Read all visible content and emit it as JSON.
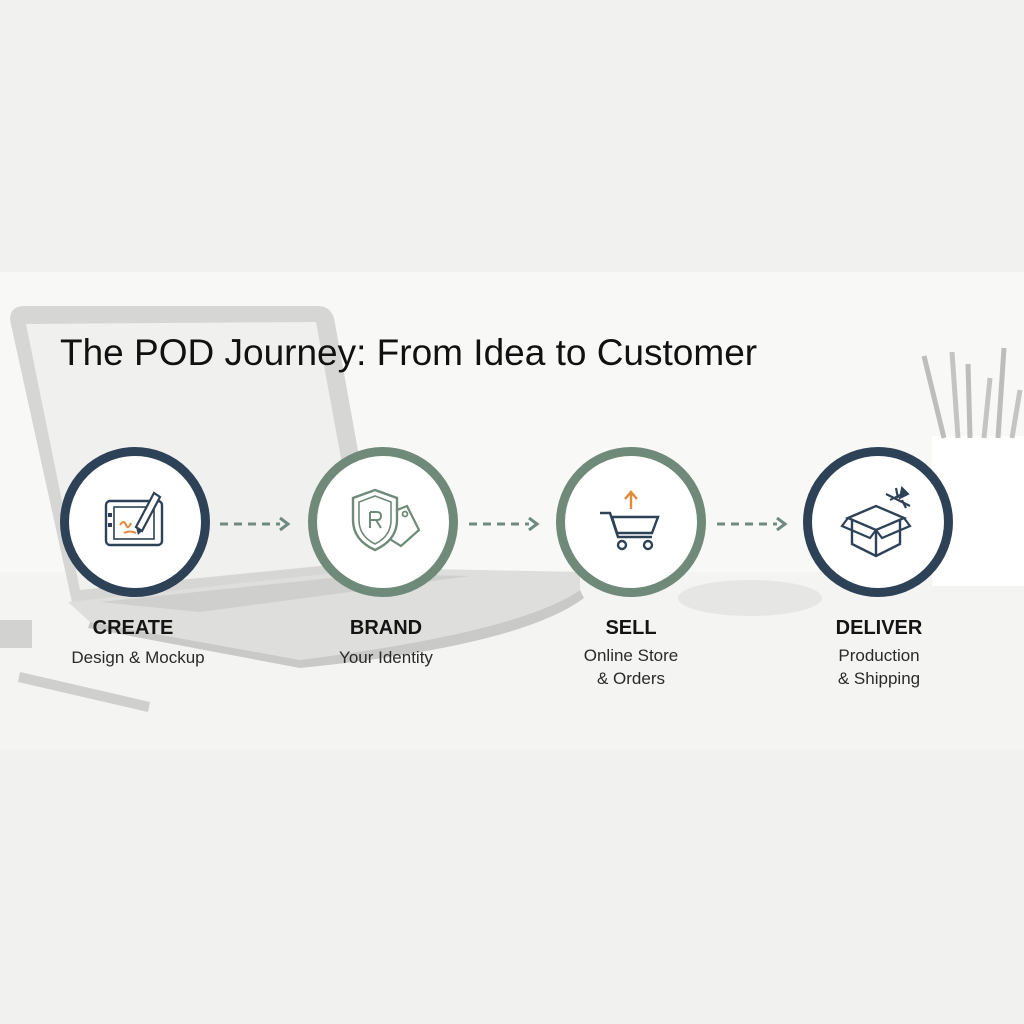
{
  "title": "The POD Journey: From Idea to Customer",
  "colors": {
    "navy": "#2e4257",
    "sage": "#6f8a78",
    "arrow": "#6f8a80",
    "accent": "#e08a3c"
  },
  "steps": [
    {
      "label": "CREATE",
      "description": "Design & Mockup",
      "icon": "drawing-tablet-icon"
    },
    {
      "label": "BRAND",
      "description": "Your Identity",
      "icon": "trademark-shield-tag-icon"
    },
    {
      "label": "SELL",
      "description": "Online Store\n& Orders",
      "icon": "shopping-cart-icon"
    },
    {
      "label": "DELIVER",
      "description": "Production\n& Shipping",
      "icon": "shipping-box-icon"
    }
  ]
}
